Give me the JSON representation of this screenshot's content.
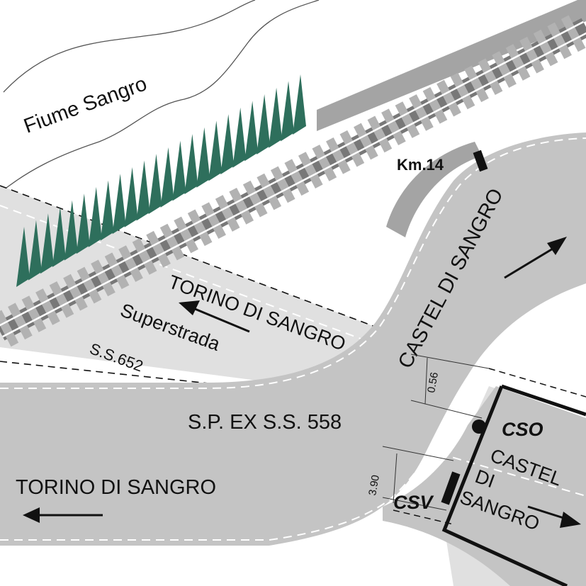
{
  "labels": {
    "river": "Fiume Sangro",
    "km_marker": "Km.14",
    "castel_upper": "CASTEL DI SANGRO",
    "torino_upper": "TORINO DI SANGRO",
    "superstrada": "Superstrada",
    "ss652": "S.S.652",
    "sp_road": "S.P. EX S.S. 558",
    "torino_lower": "TORINO DI SANGRO",
    "dist_upper": "0.56",
    "dist_lower": "3.90",
    "cso": "CSO",
    "csv": "CSV",
    "castel_box": [
      "CASTEL",
      "DI",
      "SANGRO"
    ]
  },
  "colors": {
    "road": "#c4c4c4",
    "superstrada": "#e0e0e0",
    "rail_bed": "#787878",
    "sleeper": "#b2b2b2",
    "tree": "#2e6f5c",
    "arrow": "#111111"
  },
  "icons": [
    "arrow-left-icon",
    "arrow-right-icon",
    "sign-marker-icon",
    "tree-row-icon",
    "railway-track-icon"
  ]
}
